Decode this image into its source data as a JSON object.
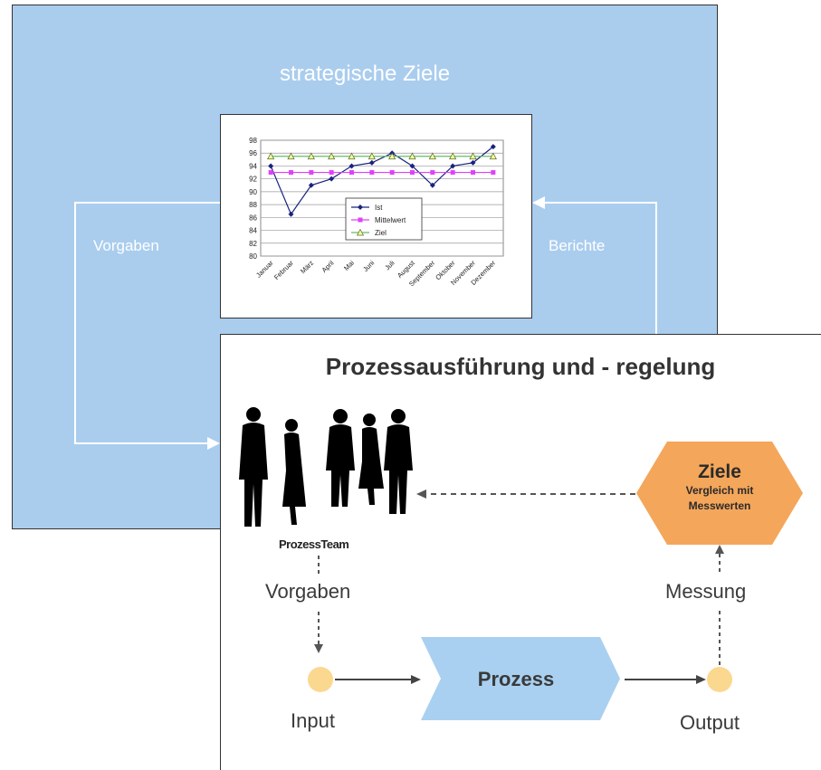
{
  "top": {
    "title": "strategische Ziele",
    "left_label": "Vorgaben",
    "right_label": "Berichte"
  },
  "bottom": {
    "title": "Prozessausführung und - regelung",
    "team_label": "ProzessTeam",
    "vorgaben_label": "Vorgaben",
    "messung_label": "Messung",
    "ziele_title": "Ziele",
    "ziele_sub1": "Vergleich mit",
    "ziele_sub2": "Messwerten",
    "prozess_label": "Prozess",
    "input_label": "Input",
    "output_label": "Output"
  },
  "colors": {
    "top_panel": "#aacdee",
    "hexagon": "#f4a65a",
    "process_arrow": "#a9d0f0",
    "circle": "#fbd88f"
  },
  "chart_data": {
    "type": "line",
    "categories": [
      "Januar",
      "Februar",
      "März",
      "April",
      "Mai",
      "Juni",
      "Juli",
      "August",
      "September",
      "Oktober",
      "November",
      "Dezember"
    ],
    "ylim": [
      80,
      98
    ],
    "yticks": [
      80,
      82,
      84,
      86,
      88,
      90,
      92,
      94,
      96,
      98
    ],
    "series": [
      {
        "name": "Ist",
        "values": [
          94,
          86.5,
          91,
          92,
          94,
          94.5,
          96,
          94,
          91,
          94,
          94.5,
          97
        ],
        "color": "#1a237e",
        "marker": "diamond"
      },
      {
        "name": "Mittelwert",
        "values": [
          93,
          93,
          93,
          93,
          93,
          93,
          93,
          93,
          93,
          93,
          93,
          93
        ],
        "color": "#e040fb",
        "marker": "square"
      },
      {
        "name": "Ziel",
        "values": [
          95.5,
          95.5,
          95.5,
          95.5,
          95.5,
          95.5,
          95.5,
          95.5,
          95.5,
          95.5,
          95.5,
          95.5
        ],
        "color": "#66bb6a",
        "marker": "triangle"
      }
    ],
    "legend": "center",
    "grid": true
  }
}
